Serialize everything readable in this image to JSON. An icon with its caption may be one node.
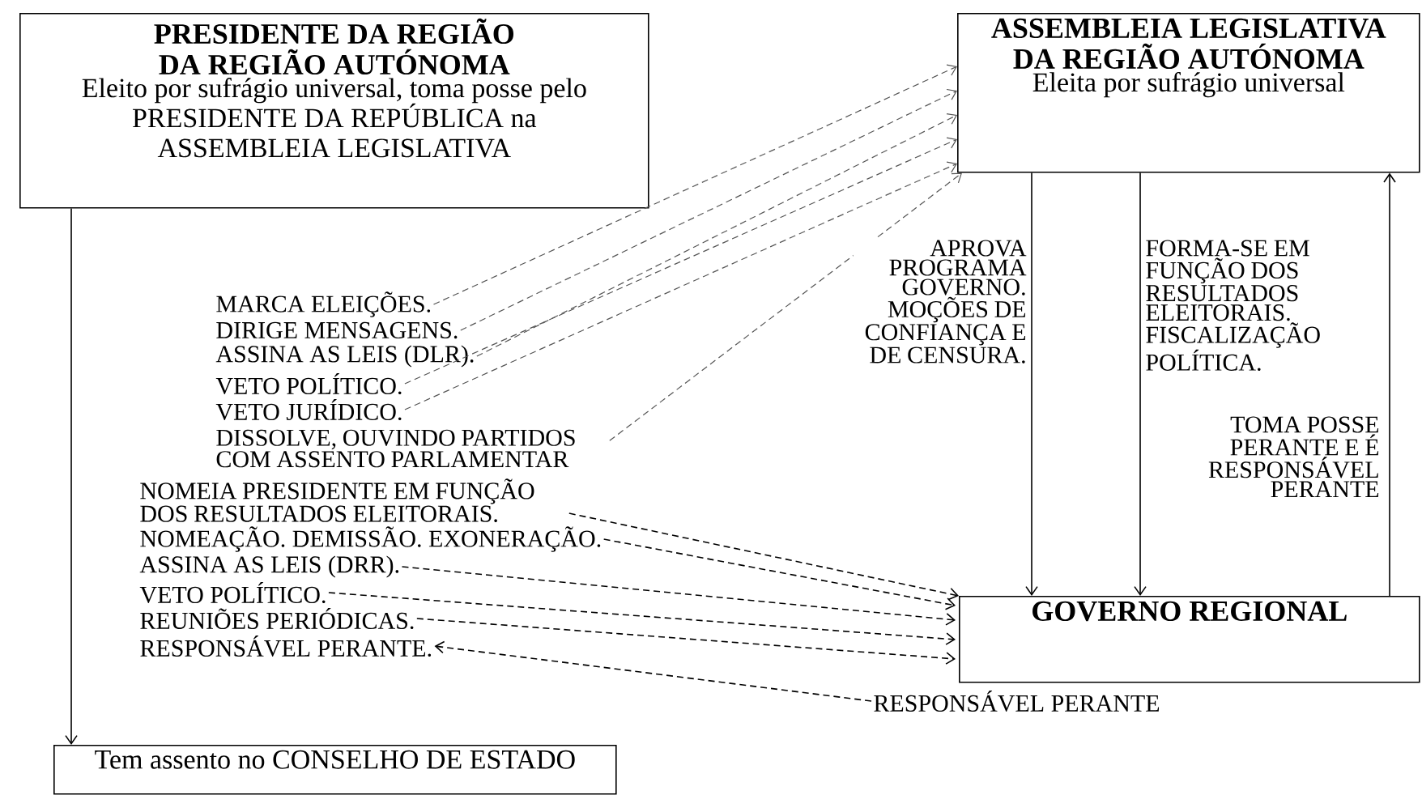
{
  "diagram": {
    "nodes": [
      {
        "text": [
          "PRESIDENTE DA REGIÃO DA REGIÃO AUTÓNOMA",
          "Eleito por sufrágio universal, toma posse pelo PRESIDENTE DA REPÚBLICA na ASSEMBLEIA LEGISLATIVA"
        ]
      },
      {
        "text": [
          "ASSEMBLEIA LEGISLATIVA DA REGIÃO AUTÓNOMA",
          "Eleita por sufrágio universal"
        ]
      },
      {
        "text": [
          "GOVERNO REGIONAL"
        ]
      },
      {
        "text": [
          "Tem assento no CONSELHO DE ESTADO"
        ]
      },
      {
        "text": [
          "MARCA ELEIÇÕES."
        ]
      },
      {
        "text": [
          "DIRIGE MENSAGENS."
        ]
      },
      {
        "text": [
          "ASSINA AS LEIS (DLR)."
        ]
      },
      {
        "text": [
          "VETO POLÍTICO."
        ]
      },
      {
        "text": [
          "VETO JURÍDICO."
        ]
      },
      {
        "text": [
          "DISSOLVE, OUVINDO PARTIDOS COM ASSENTO PARLAMENTAR"
        ]
      },
      {
        "text": [
          "NOMEIA PRESIDENTE EM FUNÇÃO DOS RESULTADOS ELEITORAIS."
        ]
      },
      {
        "text": [
          "NOMEAÇÃO. DEMISSÃO. EXONERAÇÃO."
        ]
      },
      {
        "text": [
          "ASSINA AS LEIS (DRR)."
        ]
      },
      {
        "text": [
          "VETO POLÍTICO."
        ]
      },
      {
        "text": [
          "REUNIÕES PERIÓDICAS."
        ]
      },
      {
        "text": [
          "RESPONSÁVEL PERANTE."
        ]
      },
      {
        "text": [
          "RESPONSÁVEL PERANTE"
        ]
      }
    ],
    "edges": [
      {
        "from": 0,
        "to": 3,
        "arrow": "to"
      },
      {
        "from": 4,
        "to": 1,
        "arrow": "to",
        "style": "dashed",
        "color": "#555555"
      },
      {
        "from": 5,
        "to": 1,
        "arrow": "to",
        "style": "dashed",
        "color": "#555555"
      },
      {
        "from": 6,
        "to": 1,
        "arrow": "to",
        "style": "dashed",
        "color": "#555555"
      },
      {
        "from": 7,
        "to": 1,
        "arrow": "to",
        "style": "dashed",
        "color": "#555555"
      },
      {
        "from": 8,
        "to": 1,
        "arrow": "to",
        "style": "dashed",
        "color": "#555555"
      },
      {
        "from": 9,
        "to": 1,
        "arrow": "to",
        "style": "dashed",
        "color": "#555555"
      },
      {
        "from": 10,
        "to": 2,
        "arrow": "to",
        "style": "dashed"
      },
      {
        "from": 11,
        "to": 2,
        "arrow": "to",
        "style": "dashed"
      },
      {
        "from": 12,
        "to": 2,
        "arrow": "to",
        "style": "dashed"
      },
      {
        "from": 13,
        "to": 2,
        "arrow": "to",
        "style": "dashed"
      },
      {
        "from": 14,
        "to": 2,
        "arrow": "to",
        "style": "dashed"
      },
      {
        "from": 16,
        "to": 15,
        "arrow": "to",
        "style": "dashed"
      },
      {
        "from": 1,
        "to": 2,
        "arrow": "to",
        "label": "APROVA PROGRAMA GOVERNO. MOÇÕES DE CONFIANÇA E DE CENSURA."
      },
      {
        "from": 1,
        "to": 2,
        "arrow": "to",
        "label": "FORMA-SE EM FUNÇÃO DOS RESULTADOS ELEITORAIS. FISCALIZAÇÃO POLÍTICA."
      },
      {
        "from": 2,
        "to": 1,
        "arrow": "to",
        "label": "TOMA POSSE PERANTE E É RESPONSÁVEL PERANTE"
      }
    ]
  }
}
